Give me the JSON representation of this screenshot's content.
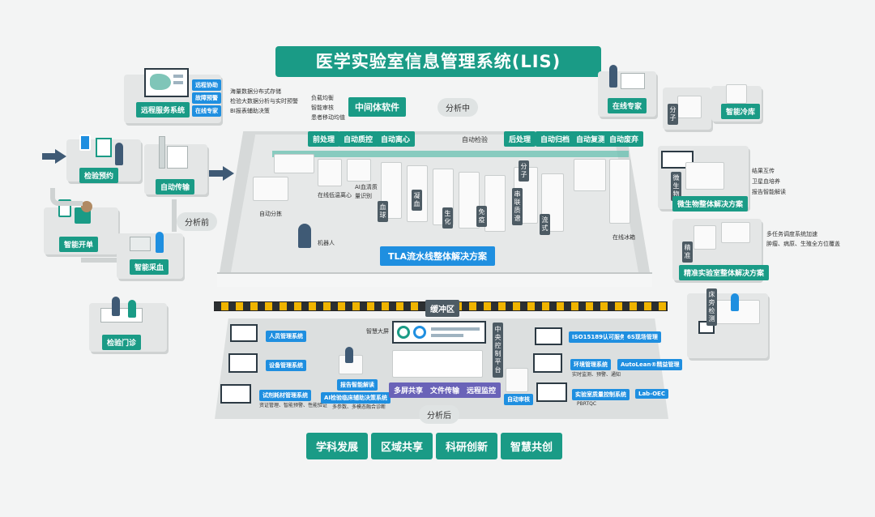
{
  "title": "医学实验室信息管理系统(LIS)",
  "left": {
    "remote_service": "远程服务系统",
    "remote_tags": [
      "远程协助",
      "故障预警",
      "在线专家"
    ],
    "remote_notes": [
      "海量数据分布式存储",
      "检验大数据分析与实时预警",
      "BI报表辅助决策"
    ],
    "booking": "检验预约",
    "auto_transport": "自动传输",
    "smart_order": "智能开单",
    "smart_blood": "智能采血",
    "clinic": "检验门诊",
    "pre_analysis": "分析前"
  },
  "middleware": {
    "label": "中间体软件",
    "notes": [
      "负载均衡",
      "智能审核",
      "患者移动均值"
    ]
  },
  "analysis_mid": "分析中",
  "tla": {
    "pre_tags": [
      "前处理",
      "自动质控",
      "自动离心"
    ],
    "auto_check": "自动检验",
    "post_tags": [
      "后处理",
      "自动归档",
      "自动复测",
      "自动废弃"
    ],
    "labels": [
      "自动分拣",
      "在线低温离心",
      "AI血清质量识别",
      "机器人",
      "在线冰箱"
    ],
    "vtags": [
      "血球",
      "凝血",
      "生化",
      "免疫",
      "分子",
      "串联质谱",
      "流式"
    ],
    "solution": "TLA流水线整体解决方案"
  },
  "right": {
    "online_expert": "在线专家",
    "smart_freezer": "智能冷库",
    "molecule": "分子",
    "microbe_v": "微生物",
    "microbe_notes": [
      "结果互传",
      "卫星血培养",
      "报告智能解读"
    ],
    "microbe_solution": "微生物整体解决方案",
    "precision_v": "精准",
    "precision_notes": [
      "多任务调度系统加速",
      "肿瘤、病原、生殖全方位覆盖"
    ],
    "precision_solution": "精准实验室整体解决方案",
    "poct_v": "床旁检测"
  },
  "buffer": "缓冲区",
  "post": {
    "left_items": [
      "人员管理系统",
      "设备管理系统",
      "试剂耗材管理系统"
    ],
    "reagent_note": "资证管理、智能预警、性能验证",
    "smart_screen": "智慧大屏",
    "report_tag": "报告智能解读",
    "ai_tag": "AI检验临床辅助决策系统",
    "ai_note": "多参数、多模态融合诊断",
    "screen_tags": [
      "多屏共享",
      "文件传输",
      "远程监控"
    ],
    "central_control": "中央控制平台",
    "auto_review": "自动审核",
    "right_items": [
      "ISO15189认可服务",
      "6S现场管理",
      "环境管理系统",
      "AutoLean®精益管理",
      "实验室质量控制系统",
      "Lab-OEC"
    ],
    "env_note": "实时监测、预警、通知",
    "pbrtqc": "PBRTQC",
    "analysis_post": "分析后"
  },
  "bottom": [
    "学科发展",
    "区域共享",
    "科研创新",
    "智慧共创"
  ],
  "colors": {
    "teal": "#1a9b86",
    "blue": "#1f8fe0",
    "navy": "#3f5a75"
  }
}
